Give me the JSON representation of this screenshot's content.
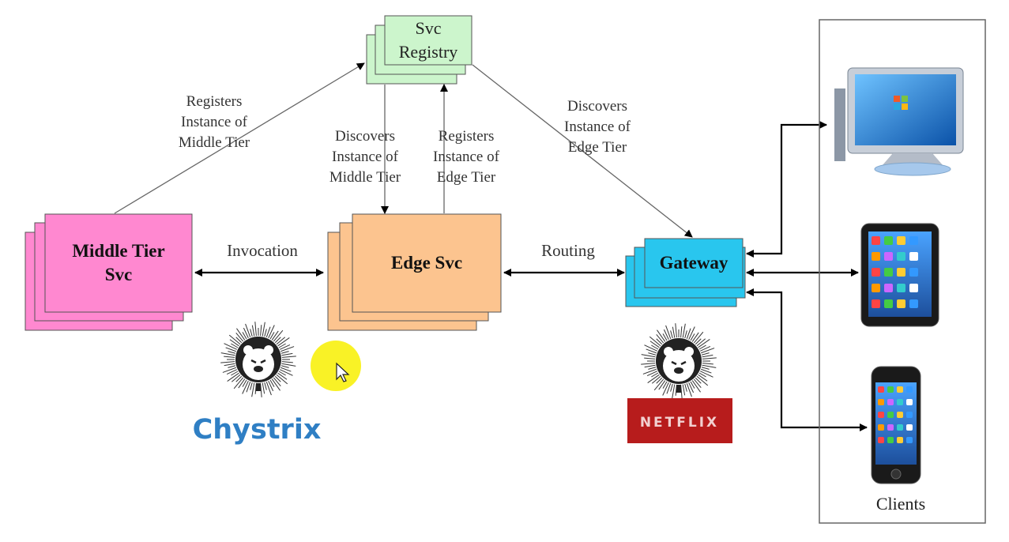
{
  "registry": {
    "line1": "Svc",
    "line2": "Registry"
  },
  "middle": {
    "line1": "Middle Tier",
    "line2": "Svc"
  },
  "edge": {
    "label": "Edge Svc"
  },
  "gateway": {
    "label": "Gateway"
  },
  "labels": {
    "reg_mid": [
      "Registers",
      "Instance of",
      "Middle Tier"
    ],
    "disc_mid": [
      "Discovers",
      "Instance of",
      "Middle Tier"
    ],
    "reg_edge": [
      "Registers",
      "Instance of",
      "Edge Tier"
    ],
    "disc_edge": [
      "Discovers",
      "Instance of",
      "Edge Tier"
    ],
    "invocation": "Invocation",
    "routing": "Routing"
  },
  "logos": {
    "hystrix": "Chystrix",
    "netflix": "NETFLIX"
  },
  "clients": {
    "label": "Clients",
    "devices": [
      "desktop-monitor",
      "tablet",
      "smartphone"
    ]
  },
  "colors": {
    "registry": "#ccf5cc",
    "middle": "#ff88d0",
    "edge": "#fcc48f",
    "gateway": "#29c6ee",
    "netflix": "#b71c1c",
    "hystrix": "#2f7fc4",
    "cursor": "#f8f000"
  }
}
